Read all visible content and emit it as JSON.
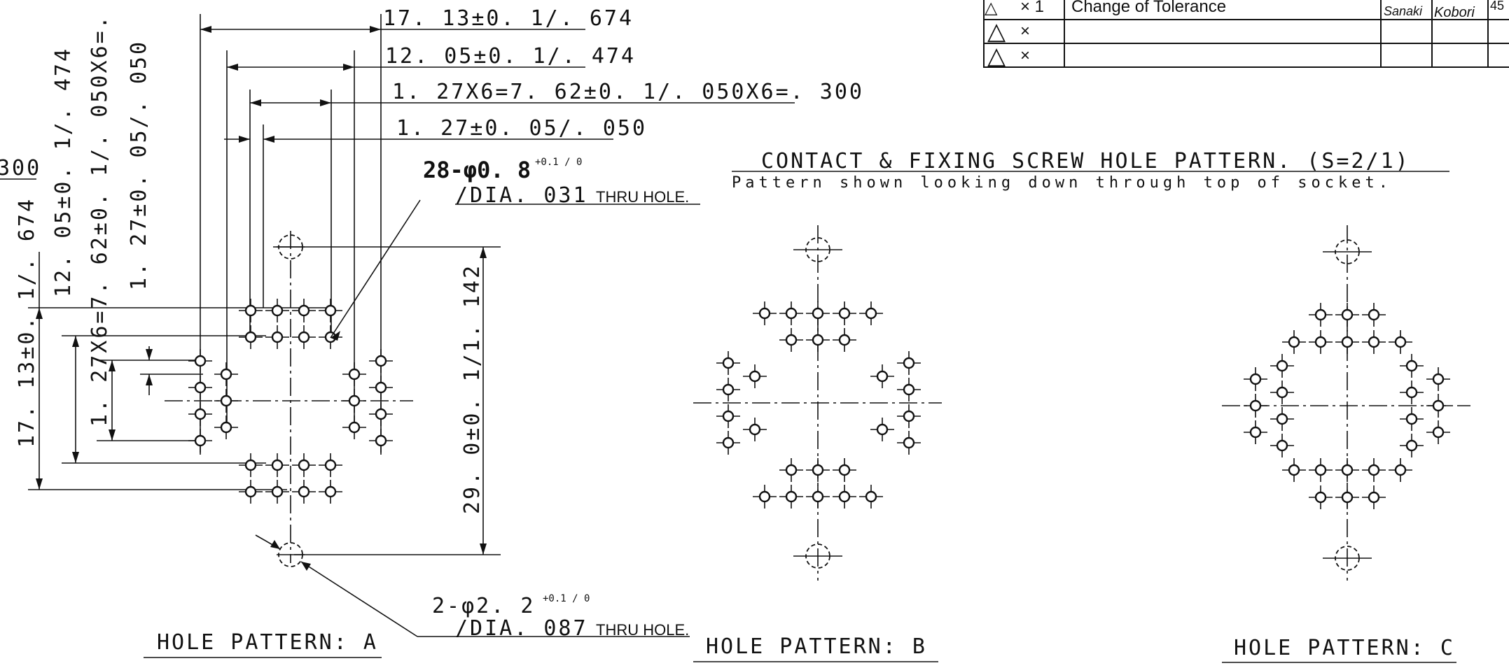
{
  "revision_table": {
    "rows": [
      {
        "mark": "△",
        "count": "× 1",
        "description": "Change of Tolerance",
        "signature_1": "Sanaki",
        "signature_2": "Kobori",
        "digits": "45"
      },
      {
        "mark": "△",
        "count": "×",
        "description": "",
        "signature_1": "",
        "signature_2": "",
        "digits": ""
      },
      {
        "mark": "△",
        "count": "×",
        "description": "",
        "signature_1": "",
        "signature_2": "",
        "digits": ""
      }
    ]
  },
  "dimensions": {
    "width_17": "17. 13±0. 1/. 674",
    "width_12": "12. 05±0. 1/. 474",
    "width_127x6": "1. 27X6=7. 62±0. 1/. 050X6=. 300",
    "width_127": "1. 27±0. 05/. 050",
    "vert_17": "17. 13±0. 1/. 674",
    "vert_127x6": "1. 27X6=7. 62±0. 1/. 050X6=. 300",
    "vert_12": "12. 05±0. 1/. 474",
    "vert_127": "1. 27±0. 05/. 050",
    "height_29": "29. 0±0. 1/1. 142",
    "left_edge_partial": "300"
  },
  "callouts": {
    "contact_hole_count": "28-φ0. 8",
    "contact_hole_tol": "+0.1 / 0",
    "contact_hole_text": "/DIA. 031",
    "contact_hole_type": "THRU HOLE.",
    "screw_hole_count": "2-φ2. 2",
    "screw_hole_tol": "+0.1 / 0",
    "screw_hole_text": "/DIA. 087",
    "screw_hole_type": "THRU HOLE."
  },
  "header": {
    "title": "CONTACT & FIXING SCREW HOLE PATTERN. (S=2/1)",
    "subtitle": "Pattern shown looking down through top of socket."
  },
  "patterns": {
    "a_label": "HOLE PATTERN: A",
    "b_label": "HOLE PATTERN: B",
    "c_label": "HOLE PATTERN: C"
  }
}
